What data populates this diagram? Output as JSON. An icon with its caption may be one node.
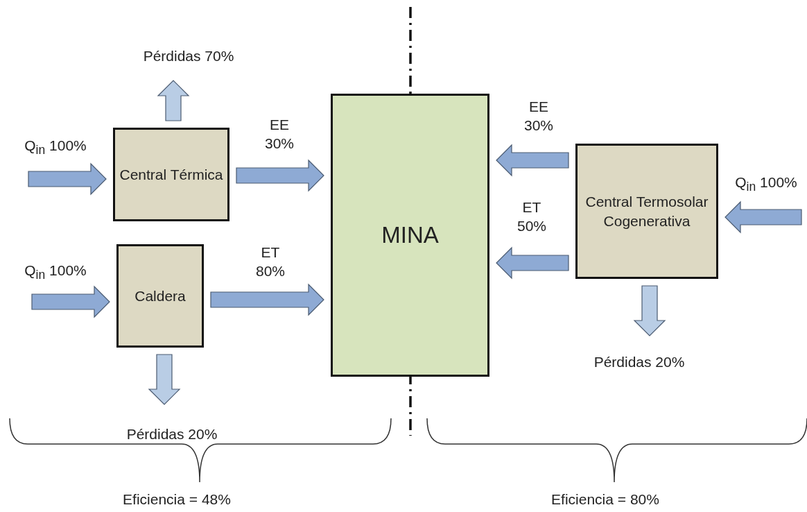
{
  "diagram": {
    "nodes": [
      {
        "text": [
          "Central Térmica"
        ]
      },
      {
        "text": [
          "Caldera"
        ]
      },
      {
        "text": [
          "MINA"
        ]
      },
      {
        "text": [
          "Central Termosolar Cogenerativa"
        ]
      }
    ],
    "edges": [
      {
        "from": null,
        "to": 0,
        "arrow": "to",
        "label": "Q$_{in}$ 100%"
      },
      {
        "from": 0,
        "to": null,
        "arrow": "to",
        "label": "Pérdidas 70%",
        "color": "#b9cde5"
      },
      {
        "from": 0,
        "to": 2,
        "arrow": "to",
        "label": "EE 30%"
      },
      {
        "from": null,
        "to": 1,
        "arrow": "to",
        "label": "Q$_{in}$ 100%"
      },
      {
        "from": 1,
        "to": 2,
        "arrow": "to",
        "label": "ET 80%"
      },
      {
        "from": 1,
        "to": null,
        "arrow": "to",
        "label": "Pérdidas 20%",
        "color": "#b9cde5"
      },
      {
        "from": 3,
        "to": 2,
        "arrow": "to",
        "label": "EE 30%"
      },
      {
        "from": 3,
        "to": 2,
        "arrow": "to",
        "label": "ET 50%"
      },
      {
        "from": null,
        "to": 3,
        "arrow": "to",
        "label": "Q$_{in}$ 100%"
      },
      {
        "from": 3,
        "to": null,
        "arrow": "to",
        "label": "Pérdidas 20%",
        "color": "#b9cde5"
      }
    ],
    "labels": [
      "Eficiencia = 48%",
      "Eficiencia = 80%"
    ]
  }
}
